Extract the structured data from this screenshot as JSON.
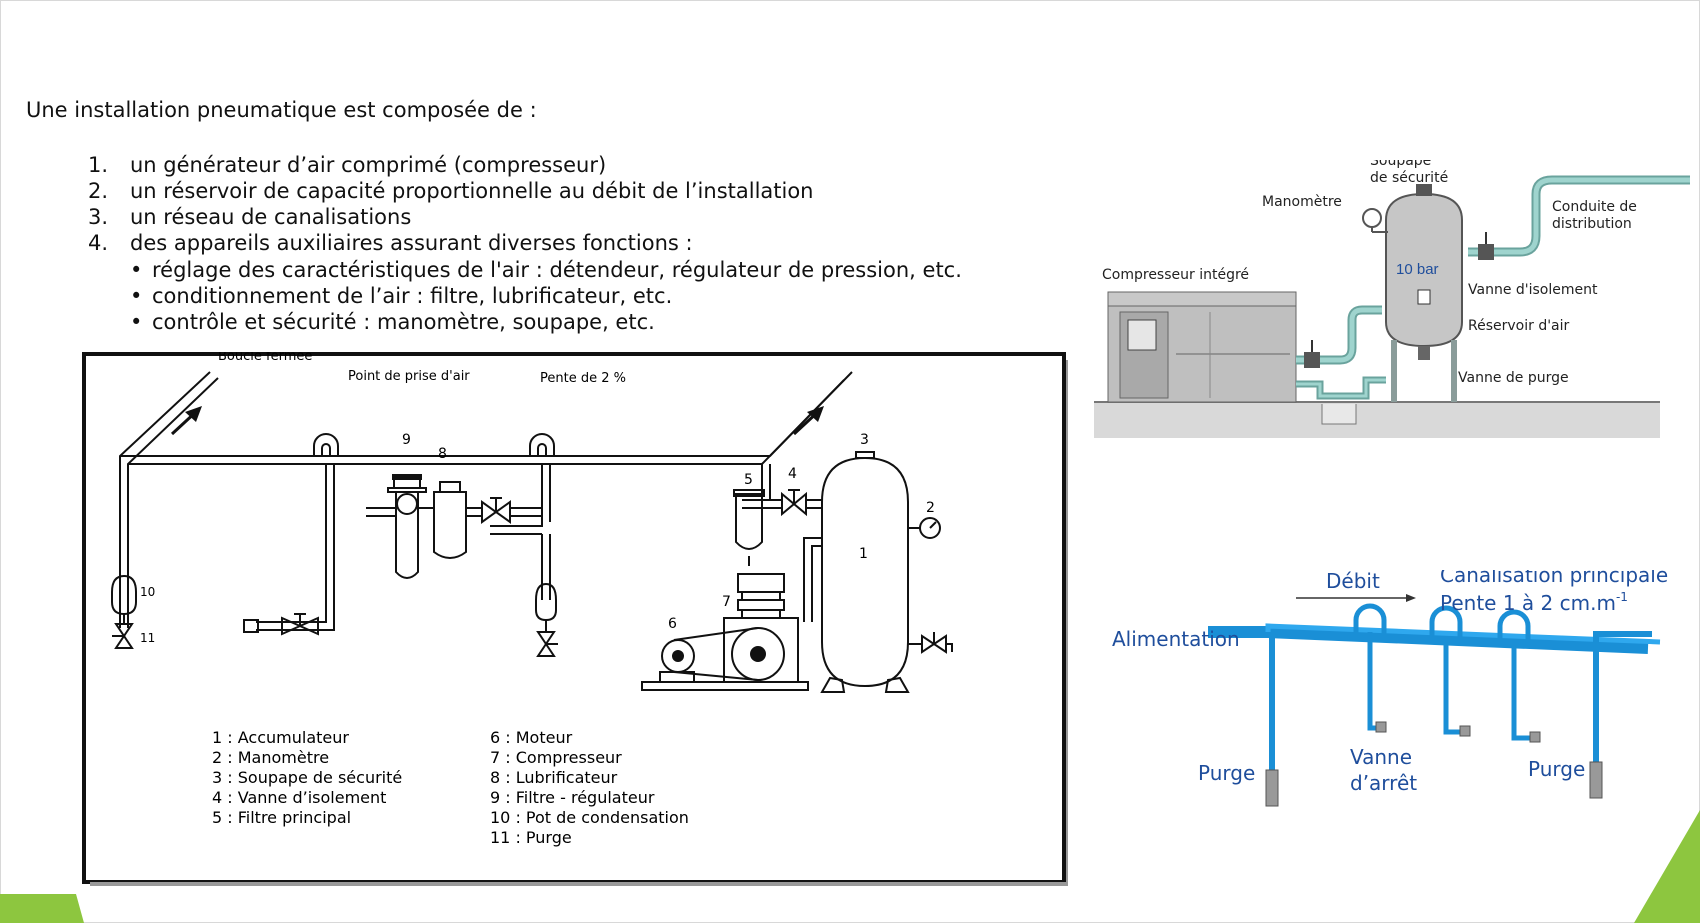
{
  "intro": "Une installation pneumatique est composée de :",
  "list": [
    {
      "num": "1.",
      "text": "un générateur d’air comprimé (compresseur)"
    },
    {
      "num": "2.",
      "text": "un réservoir de capacité proportionnelle au débit de l’installation"
    },
    {
      "num": "3.",
      "text": "un réseau de canalisations"
    },
    {
      "num": "4.",
      "text": "des appareils auxiliaires assurant diverses fonctions :"
    }
  ],
  "bullets": [
    "réglage des caractéristiques de l'air : détendeur, régulateur de pression, etc.",
    "conditionnement de l’air : filtre, lubrificateur, etc.",
    "contrôle et sécurité : manomètre, soupape, etc."
  ],
  "diagram_main": {
    "labels": {
      "boucle": "Boucle fermée",
      "point": "Point de prise d'air",
      "pente": "Pente de 2 %"
    },
    "numbers": [
      "1",
      "2",
      "3",
      "4",
      "5",
      "6",
      "7",
      "8",
      "9",
      "10",
      "11"
    ],
    "legend_left": [
      "1 : Accumulateur",
      "2 : Manomètre",
      "3 : Soupape de sécurité",
      "4 : Vanne d’isolement",
      "5 : Filtre principal"
    ],
    "legend_right": [
      "6 : Moteur",
      "7 : Compresseur",
      "8 : Lubrificateur",
      "9 : Filtre - régulateur",
      "10 : Pot de condensation",
      "11 : Purge"
    ]
  },
  "diagram_top_right": {
    "soupape": [
      "Soupape",
      "de sécurité"
    ],
    "manometre": "Manomètre",
    "conduite": [
      "Conduite de",
      "distribution"
    ],
    "compresseur": "Compresseur intégré",
    "pression": "10 bar",
    "vanne_isolement": "Vanne d'isolement",
    "reservoir": "Réservoir d'air",
    "vanne_purge": "Vanne de purge"
  },
  "diagram_bottom_right": {
    "debit": "Débit",
    "canalisation": "Canalisation principale",
    "pente": "Pente 1 à 2 cm.m",
    "pente_exp": "-1",
    "alimentation": "Alimentation",
    "purge_left": "Purge",
    "vanne": [
      "Vanne",
      "d’arrêt"
    ],
    "purge_right": "Purge"
  },
  "colors": {
    "pipe_blue": "#1a8fd6",
    "text_blue": "#1f4e9c",
    "pipe_teal": "#8fc9c4",
    "accent_green": "#8dc63f"
  }
}
